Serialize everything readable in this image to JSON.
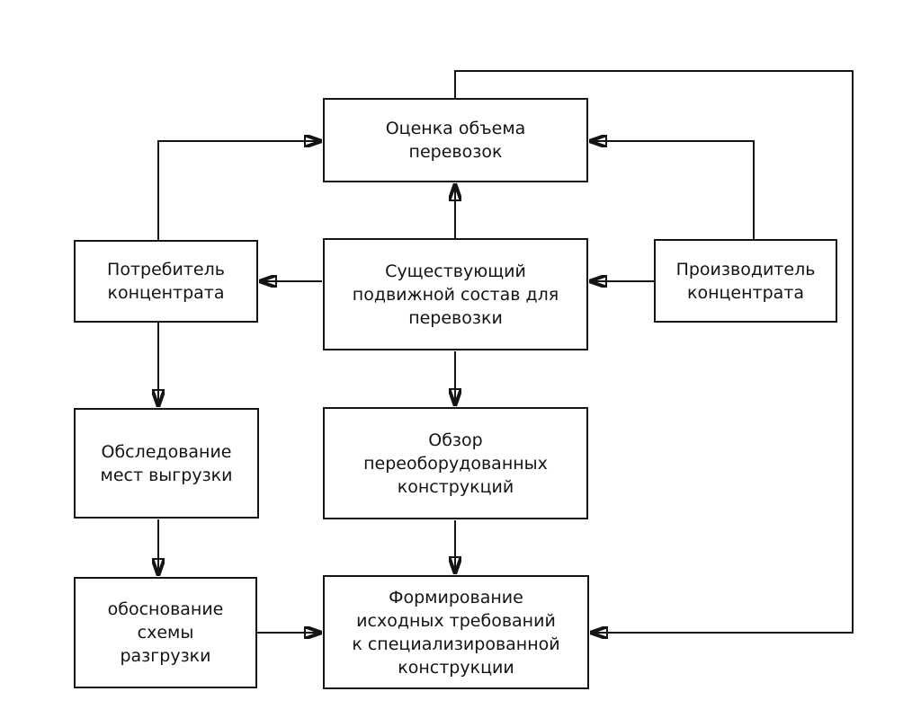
{
  "diagram": {
    "colors": {
      "background": "#ffffff",
      "line": "#141414",
      "text": "#141414"
    },
    "nodes": [
      {
        "id": "volume-assessment",
        "label": "Оценка объема\nперевозок"
      },
      {
        "id": "concentrate-consumer",
        "label": "Потребитель\nконцентрата"
      },
      {
        "id": "existing-rolling-stock",
        "label": "Существующий\nподвижной состав для\nперевозки"
      },
      {
        "id": "concentrate-producer",
        "label": "Производитель\nконцентрата"
      },
      {
        "id": "unloading-sites-survey",
        "label": "Обследование\nмест выгрузки"
      },
      {
        "id": "converted-structures-review",
        "label": "Обзор\nпереоборудованных\nконструкций"
      },
      {
        "id": "unloading-scheme-justification",
        "label": "обоснование\nсхемы\nразгрузки"
      },
      {
        "id": "requirements-formation",
        "label": "Формирование\nисходных требований\nк специализированной\nконструкции"
      }
    ],
    "edges": [
      {
        "from": "concentrate-consumer",
        "to": "volume-assessment"
      },
      {
        "from": "concentrate-producer",
        "to": "volume-assessment"
      },
      {
        "from": "existing-rolling-stock",
        "to": "volume-assessment"
      },
      {
        "from": "existing-rolling-stock",
        "to": "concentrate-consumer"
      },
      {
        "from": "concentrate-producer",
        "to": "existing-rolling-stock"
      },
      {
        "from": "concentrate-consumer",
        "to": "unloading-sites-survey"
      },
      {
        "from": "existing-rolling-stock",
        "to": "converted-structures-review"
      },
      {
        "from": "unloading-sites-survey",
        "to": "unloading-scheme-justification"
      },
      {
        "from": "converted-structures-review",
        "to": "requirements-formation"
      },
      {
        "from": "unloading-scheme-justification",
        "to": "requirements-formation"
      },
      {
        "from": "volume-assessment",
        "to": "requirements-formation"
      }
    ]
  }
}
